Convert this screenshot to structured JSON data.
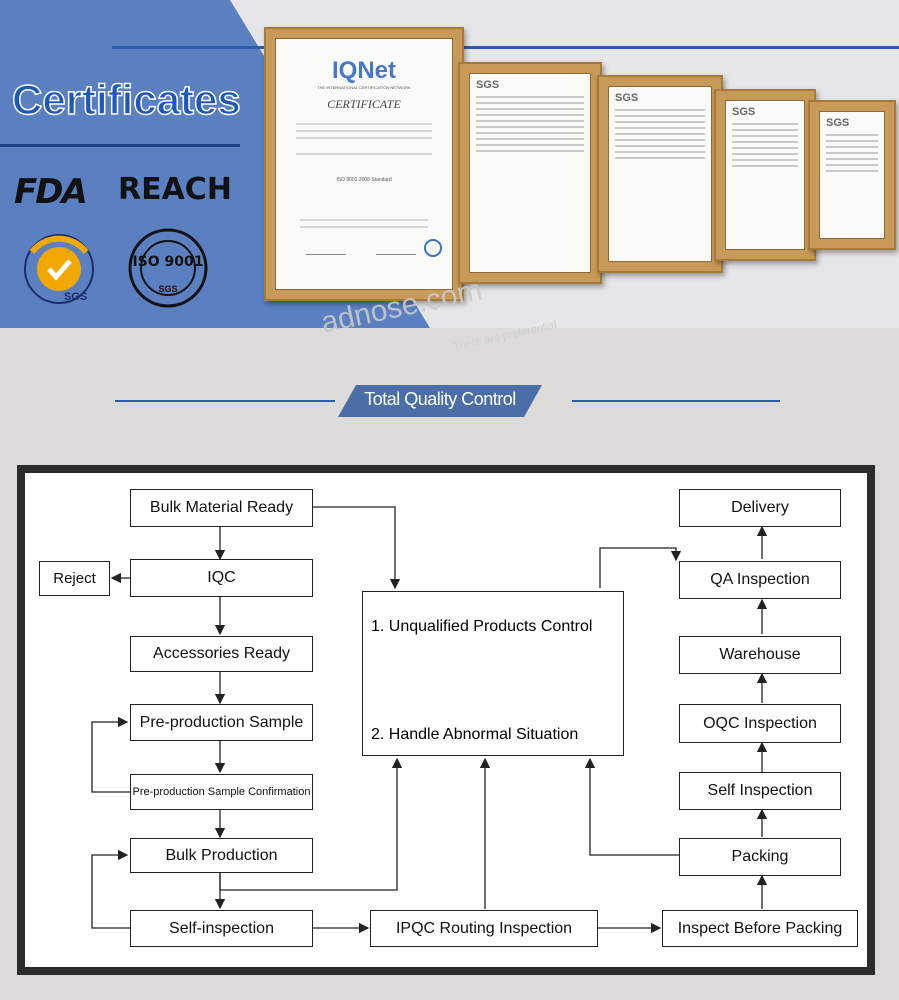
{
  "header": {
    "title": "Certificates",
    "logos": [
      "FDA",
      "REACH",
      "SGS",
      "ISO 9001"
    ]
  },
  "certificates": {
    "main": {
      "brand": "IQNet",
      "subtitle": "THE INTERNATIONAL CERTIFICATION NETWORK",
      "heading": "CERTIFICATE",
      "standard": "ISO 9001:2008 Standard"
    },
    "reports": [
      "SGS",
      "SGS",
      "SGS",
      "SGS"
    ]
  },
  "watermark": {
    "text": "adnose.com",
    "sub": "There are preferential"
  },
  "section": {
    "title": "Total Quality Control"
  },
  "flow": {
    "bulk_material": "Bulk Material Ready",
    "reject": "Reject",
    "iqc": "IQC",
    "accessories": "Accessories Ready",
    "pre_sample": "Pre-production Sample",
    "pre_sample_confirm": "Pre-production Sample Confirmation",
    "bulk_production": "Bulk Production",
    "self_inspection_left": "Self-inspection",
    "ipqc": "IPQC Routing Inspection",
    "inspect_before_packing": "Inspect Before Packing",
    "packing": "Packing",
    "self_inspection_right": "Self Inspection",
    "oqc": "OQC Inspection",
    "warehouse": "Warehouse",
    "qa": "QA Inspection",
    "delivery": "Delivery",
    "control_1": "1. Unqualified Products Control",
    "control_2": "2. Handle Abnormal Situation"
  }
}
